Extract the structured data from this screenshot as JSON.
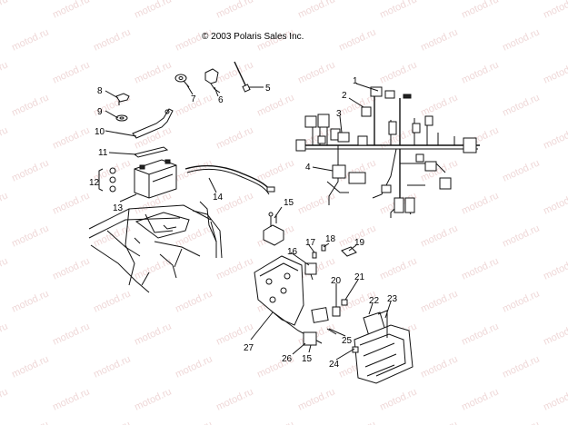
{
  "copyright": "© 2003 Polaris Sales Inc.",
  "watermark": "motod.ru",
  "callouts": [
    "1",
    "2",
    "3",
    "4",
    "5",
    "6",
    "7",
    "8",
    "9",
    "10",
    "11",
    "12",
    "13",
    "14",
    "15",
    "15",
    "16",
    "17",
    "18",
    "19",
    "20",
    "21",
    "22",
    "23",
    "24",
    "25",
    "26",
    "27"
  ]
}
